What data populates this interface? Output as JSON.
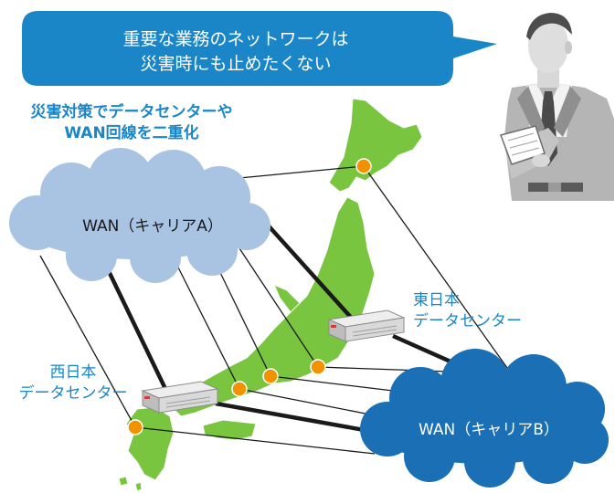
{
  "speech_bubble": {
    "line1": "重要な業務のネットワークは",
    "line2": "災害時にも止めたくない"
  },
  "strategy_label": {
    "line1": "災害対策でデータセンターや",
    "line2": "WAN回線を二重化"
  },
  "data_centers": {
    "east": {
      "line1": "東日本",
      "line2": "データセンター"
    },
    "west": {
      "line1": "西日本",
      "line2": "データセンター"
    }
  },
  "clouds": {
    "carrier_a": "WAN（キャリアA）",
    "carrier_b": "WAN（キャリアB）"
  },
  "colors": {
    "bubble": "#1a86c8",
    "text_accent": "#1a86c8",
    "cloud_a": "#a9c4e3",
    "cloud_b": "#1a6fb5",
    "map": "#79c53f",
    "site": "#f39200",
    "line": "#1a1a1a"
  },
  "icons": [
    "businessman-icon",
    "server-icon",
    "japan-map"
  ]
}
